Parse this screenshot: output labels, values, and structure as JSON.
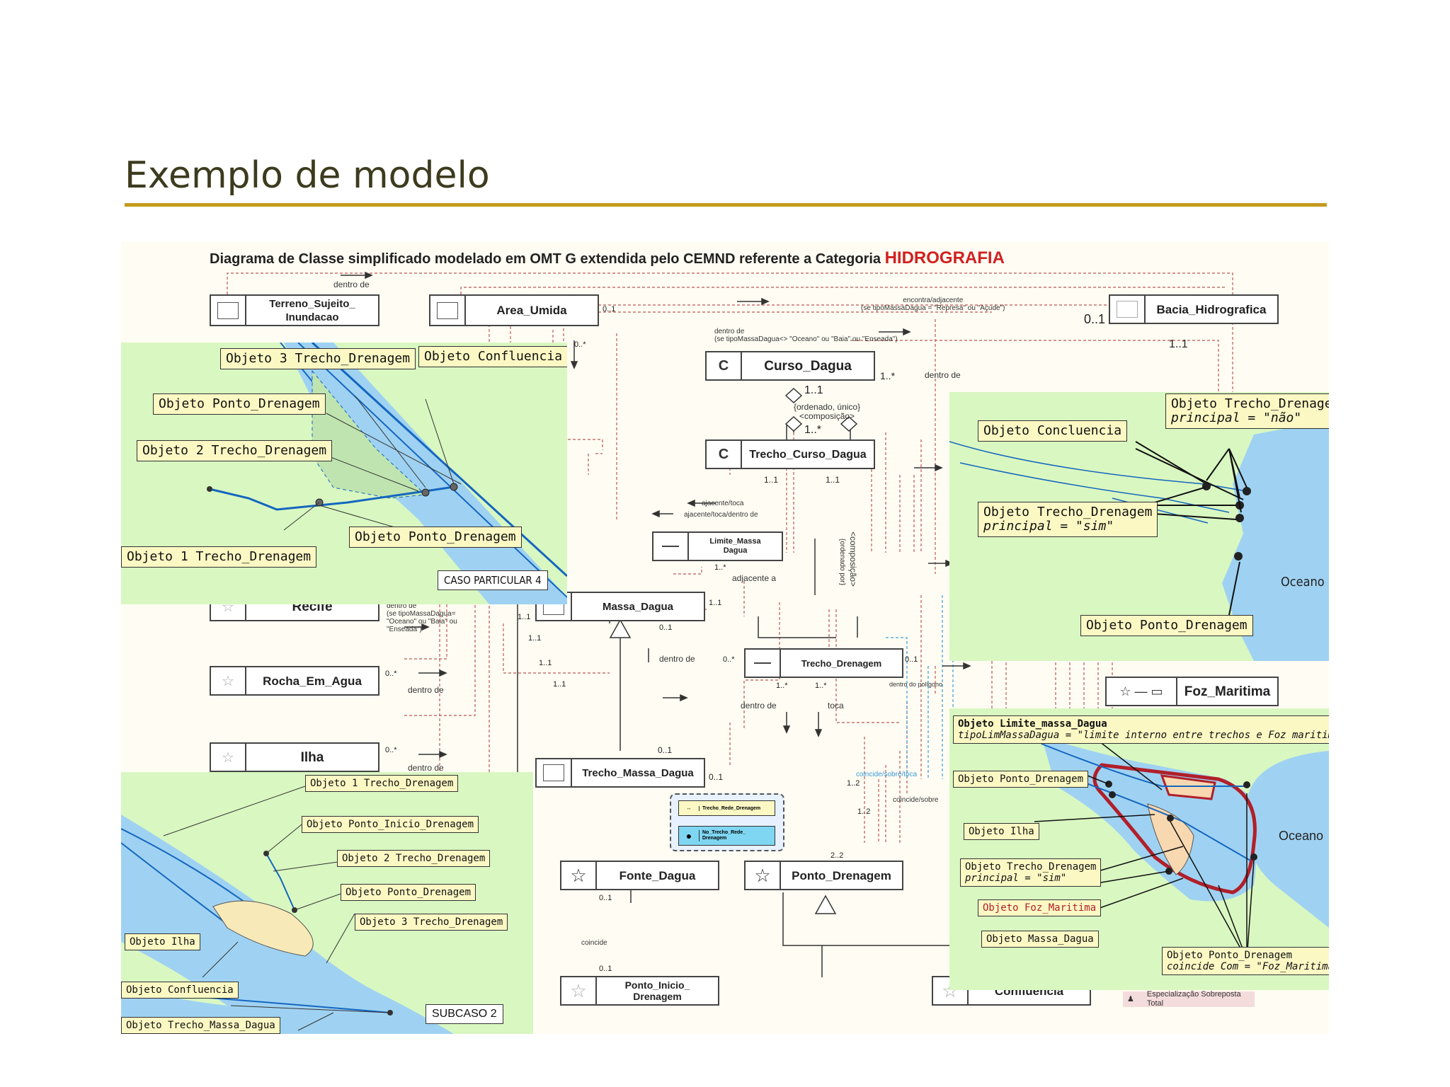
{
  "slide_title": "Exemplo de modelo",
  "diagram": {
    "title_prefix": "Diagrama de Classe simplificado modelado em OMT G extendida pelo CEMND referente a Categoria ",
    "title_highlight": "HIDROGRAFIA",
    "classes": {
      "terreno": "Terreno_Sujeito_\nInundacao",
      "area_umida": "Area_Umida",
      "bacia": "Bacia_Hidrografica",
      "curso_dagua": "Curso_Dagua",
      "trecho_curso_dagua": "Trecho_Curso_Dagua",
      "limite_massa_dagua": "Limite_Massa\nDagua",
      "recife": "Recife",
      "massa_dagua": "Massa_Dagua",
      "rocha_em_agua": "Rocha_Em_Agua",
      "trecho_drenagem": "Trecho_Drenagem",
      "foz_maritima": "Foz_Maritima",
      "ilha": "Ilha",
      "trecho_massa_dagua": "Trecho_Massa_Dagua",
      "fonte_dagua": "Fonte_Dagua",
      "ponto_drenagem": "Ponto_Drenagem",
      "ponto_inicio_drenagem": "Ponto_Inicio_\nDrenagem",
      "confluencia": "Confluencia",
      "c_symbol": "C"
    },
    "labels": {
      "dentro_de": "dentro de",
      "encontra_adjacente": "encontra/adjacente\n(se tipoMassaDagua = \"Represa\" ou \"Açude\")",
      "dentro_de_cond": "dentro de\n(se tipoMassaDagua<> \"Oceano\" ou \"Baia\" ou \"Enseada\")",
      "ordenado": "{ordenado, único}\n<composição>",
      "ajacente_toca": "ajacente/toca",
      "ajacente_toca_dentro": "ajacente/toca/dentro de",
      "adjacente_a": "adjacente a",
      "composicao": "<composição>",
      "ordenado_por": "{ordenado por}",
      "dentro_do_poligono": "dentro do polígono",
      "dentro_de_recife": "dentro de\n(se tipoMassaDagua=\n\"Oceano\" ou \"Baia\" ou\n\"Enseada\")",
      "toca": "toca",
      "coincide_sobre_toca": "coincide/sobre/toca",
      "coincide_sobre": "coincide/sobre",
      "coincide": "coincide",
      "legend_trecho_rede": "Trecho_Rede_Drenagem",
      "legend_no_trecho": "No_Trecho_Rede_\nDrenagem",
      "especializacao": "Especialização Sobreposta Total"
    },
    "multiplicities": {
      "m01": "0..1",
      "m0s": "0..*",
      "m11": "1..1",
      "m1s": "1..*",
      "m12": "1..2",
      "m22": "2..2"
    }
  },
  "overlays": {
    "top_left": {
      "obj3": "Objeto 3 Trecho_Drenagem",
      "confluencia": "Objeto Confluencia",
      "ponto1": "Objeto Ponto_Drenagem",
      "obj2": "Objeto 2 Trecho_Drenagem",
      "ponto2": "Objeto Ponto_Drenagem",
      "obj1": "Objeto 1 Trecho_Drenagem",
      "caso": "CASO PARTICULAR 4"
    },
    "top_right": {
      "concluencia": "Objeto Concluencia",
      "trecho_nao_1": "Objeto Trecho_Drenagem",
      "trecho_nao_2": "principal = \"não\"",
      "trecho_sim_1": "Objeto Trecho_Drenagem",
      "trecho_sim_2": "principal = \"sim\"",
      "ponto": "Objeto Ponto_Drenagem",
      "oceano": "Oceano"
    },
    "bottom_left": {
      "obj1": "Objeto 1 Trecho_Drenagem",
      "ponto_inicio": "Objeto Ponto_Inicio_Drenagem",
      "obj2": "Objeto 2 Trecho_Drenagem",
      "ponto": "Objeto Ponto_Drenagem",
      "obj3": "Objeto 3 Trecho_Drenagem",
      "ilha": "Objeto Ilha",
      "confluencia": "Objeto Confluencia",
      "massa": "Objeto Trecho_Massa_Dagua",
      "subcaso": "SUBCASO 2"
    },
    "bottom_right": {
      "limite_1": "Objeto Limite_massa_Dagua",
      "limite_2": "tipoLimMassaDagua = \"limite interno entre trechos e Foz maritima\"",
      "ponto": "Objeto Ponto_Drenagem",
      "ilha": "Objeto Ilha",
      "trecho_1": "Objeto Trecho_Drenagem",
      "trecho_2": "principal = \"sim\"",
      "foz": "Objeto Foz_Maritima",
      "massa": "Objeto Massa_Dagua",
      "ponto2_1": "Objeto Ponto_Drenagem",
      "ponto2_2": "coincide Com = \"Foz_Maritima\"",
      "oceano": "Oceano"
    }
  },
  "colors": {
    "accent_rule": "#c49a1e",
    "panel_green": "#d9f7c1",
    "water_blue": "#9fd2f2",
    "callout_yellow": "#fbf8c4",
    "highlight_red": "#d12020"
  }
}
